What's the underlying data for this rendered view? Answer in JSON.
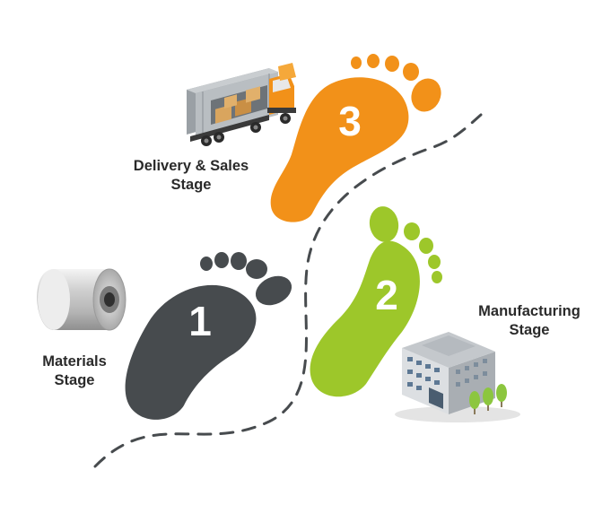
{
  "steps": [
    {
      "number": "1",
      "title_line1": "Materials",
      "title_line2": "Stage",
      "color": "#474b4e",
      "icon": "paper-roll-icon"
    },
    {
      "number": "2",
      "title_line1": "Manufacturing",
      "title_line2": "Stage",
      "color": "#9dc72a",
      "icon": "factory-icon"
    },
    {
      "number": "3",
      "title_line1": "Delivery & Sales",
      "title_line2": "Stage",
      "color": "#f29119",
      "icon": "delivery-truck-icon"
    }
  ],
  "path_color": "#474b4e",
  "text_color": "#2a2a2a"
}
